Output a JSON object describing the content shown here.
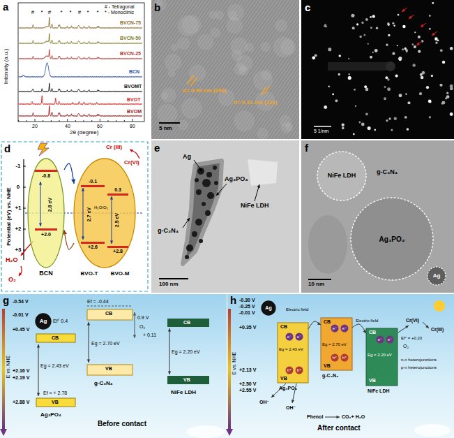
{
  "diagram": {
    "nodes": [
      {
        "text": [
          "-0.8",
          "2.8 eV",
          "+2.0",
          "BCN"
        ]
      },
      {
        "text": [
          "-0.1",
          "0.3",
          "2.7 eV",
          "2.5 eV",
          "+2.6",
          "+2.8",
          "BVO-T",
          "BVO-M"
        ]
      },
      {
        "text": [
          "NiFe LDH"
        ]
      },
      {
        "text": [
          "Ag₃PO₄"
        ]
      },
      {
        "text": [
          "Ag"
        ]
      },
      {
        "text": [
          "Ag"
        ]
      },
      {
        "text": [
          "Ag"
        ]
      }
    ],
    "edges": [
      {
        "from": 0,
        "to": 1,
        "arrow": "to"
      },
      {
        "from": 1,
        "to": 0,
        "arrow": "to"
      }
    ],
    "labels": [
      "a",
      "b",
      "c",
      "d",
      "e",
      "f",
      "g",
      "h",
      "Intensity (a.u.)",
      "2θ (degree)",
      "20",
      "40",
      "60",
      "80",
      "# - Tetragonal",
      "* - Monoclinic",
      "BVCN-75",
      "BVCN-50",
      "BVCN-25",
      "BCN",
      "BVOMT",
      "BVOT",
      "BVOM",
      "#",
      "*",
      "#",
      "*",
      "*",
      "#",
      "*",
      "*",
      "d= 0.36 nm (200)",
      "d= 0.31 nm (121)",
      "5 nm",
      "5 1/nm",
      "Potential (eV) vs. NHE",
      "-1",
      "0",
      "+1",
      "+2",
      "+3",
      "Cr (III)",
      "Cr(VI)",
      "H₂O/O₂",
      "H₂O",
      "O₂",
      "Ag",
      "Ag₃PO₄",
      "g-C₃N₄",
      "NiFe LDH",
      "100 nm",
      "g-C₃N₄",
      "10 nm",
      "-0.54 V",
      "-0.01 V",
      "+0.45 V",
      "+2.16 V",
      "+2.19 V",
      "+2.88 V",
      "E vs. NHE",
      "Ef° 0.4",
      "CB",
      "Eg = 2.43 eV",
      "VB",
      "Ef = + 2.78",
      "Ag₃PO₄",
      "Ef = -0.44",
      "CB",
      "Eg = 2.70 eV",
      "VB",
      "g-C₃N₄",
      "0.9 V",
      "+ 0.11",
      "O₂",
      "CB",
      "Eg = 2.20 eV",
      "VB",
      "NiFe LDH",
      "Before contact",
      "-0.30 V",
      "-0.25 V",
      "-0.01 V",
      "+0.35 V",
      "+2.13 V",
      "+2.50 V",
      "+2.55 V",
      "E vs. NHE",
      "CB",
      "Eg = 2.43 eV",
      "VB",
      "Ag₃PO₄",
      "CB",
      "Eg = 2.70 eV",
      "VB",
      "g-C₃N₄",
      "CB",
      "Eg = 2.20 eV",
      "VB",
      "NiFe LDH",
      "Electric field",
      "Electric field",
      "Cr(VI)",
      "Cr(III)",
      "Ef° = +0.20",
      "O₂",
      "n-n heterojunctions",
      "p-n heterojunctions",
      "OH⁻",
      "OH⁻",
      "Phenol",
      "CO₂+ H₂O",
      "After contact",
      "e⁻",
      "e⁻",
      "e⁻",
      "e⁻",
      "e⁻",
      "e⁻",
      "h⁺",
      "h⁺",
      "h⁺",
      "h⁺"
    ]
  }
}
